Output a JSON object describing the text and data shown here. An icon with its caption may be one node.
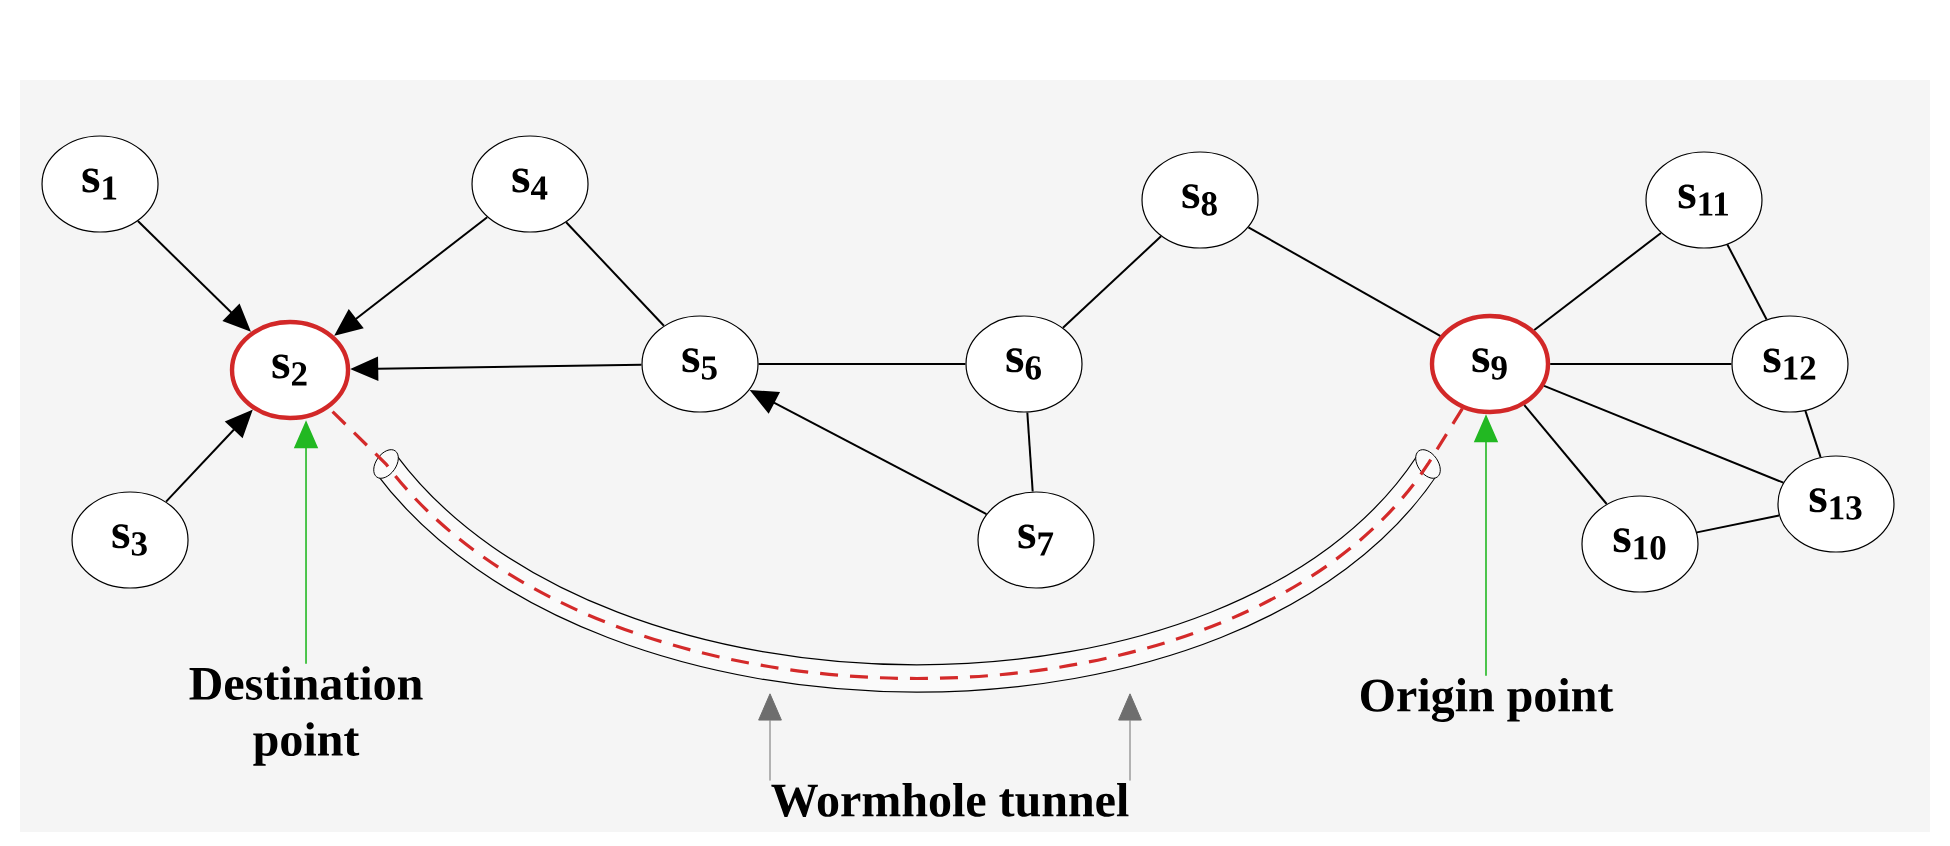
{
  "diagram": {
    "nodes": [
      {
        "text": [
          "s$_{1}$"
        ]
      },
      {
        "text": [
          "s$_{2}$"
        ]
      },
      {
        "text": [
          "s$_{3}$"
        ]
      },
      {
        "text": [
          "s$_{4}$"
        ]
      },
      {
        "text": [
          "s$_{5}$"
        ]
      },
      {
        "text": [
          "s$_{6}$"
        ]
      },
      {
        "text": [
          "s$_{7}$"
        ]
      },
      {
        "text": [
          "s$_{8}$"
        ]
      },
      {
        "text": [
          "s$_{9}$"
        ]
      },
      {
        "text": [
          "s$_{10}$"
        ]
      },
      {
        "text": [
          "s$_{11}$"
        ]
      },
      {
        "text": [
          "s$_{12}$"
        ]
      },
      {
        "text": [
          "s$_{13}$"
        ]
      },
      {
        "text": [
          "Destination point"
        ]
      },
      {
        "text": [
          "Origin point"
        ]
      },
      {
        "text": [
          "Wormhole tunnel"
        ]
      }
    ],
    "edges": [
      {
        "from": 0,
        "to": 1,
        "arrow": "to"
      },
      {
        "from": 3,
        "to": 1,
        "arrow": "to"
      },
      {
        "from": 2,
        "to": 1,
        "arrow": "to"
      },
      {
        "from": 4,
        "to": 1,
        "arrow": "to"
      },
      {
        "from": 3,
        "to": 4,
        "arrow": "none"
      },
      {
        "from": 4,
        "to": 5,
        "arrow": "none"
      },
      {
        "from": 6,
        "to": 4,
        "arrow": "to"
      },
      {
        "from": 5,
        "to": 6,
        "arrow": "none"
      },
      {
        "from": 5,
        "to": 7,
        "arrow": "none"
      },
      {
        "from": 7,
        "to": 8,
        "arrow": "none"
      },
      {
        "from": 8,
        "to": 10,
        "arrow": "none"
      },
      {
        "from": 8,
        "to": 11,
        "arrow": "none"
      },
      {
        "from": 8,
        "to": 12,
        "arrow": "none"
      },
      {
        "from": 8,
        "to": 9,
        "arrow": "none"
      },
      {
        "from": 10,
        "to": 11,
        "arrow": "none"
      },
      {
        "from": 11,
        "to": 12,
        "arrow": "none"
      },
      {
        "from": 9,
        "to": 12,
        "arrow": "none"
      },
      {
        "from": 8,
        "to": 1,
        "arrow": "none",
        "style": "dashed",
        "color": "#d42a2a"
      },
      {
        "from": 13,
        "to": 1,
        "arrow": "to",
        "color": "#22b822"
      },
      {
        "from": 14,
        "to": 8,
        "arrow": "to",
        "color": "#22b822"
      },
      {
        "from": 15,
        "to": null,
        "arrow": "to",
        "color": "#6e6e6e"
      },
      {
        "from": 15,
        "to": null,
        "arrow": "to",
        "color": "#6e6e6e"
      }
    ]
  }
}
